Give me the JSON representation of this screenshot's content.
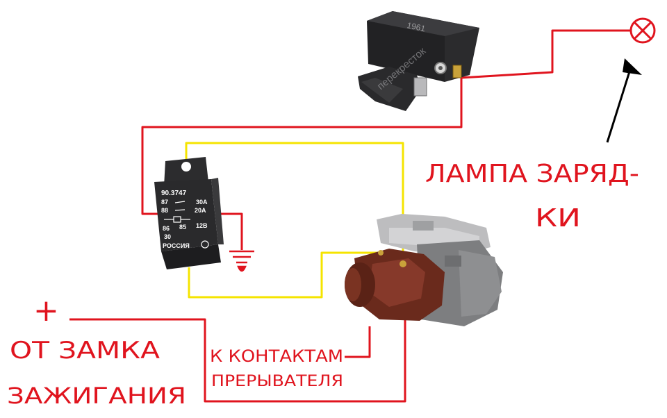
{
  "labels": {
    "lamp_line1": "ЛАМПА ЗАРЯД-",
    "lamp_line2": "КИ",
    "ignition_plus": "+",
    "ignition_line1": "ОТ ЗАМКА",
    "ignition_line2": "ЗАЖИГАНИЯ",
    "contacts_line1": "К КОНТАКТАМ",
    "contacts_line2": "ПРЕРЫВАТЕЛЯ"
  },
  "relay": {
    "model": "90.3747",
    "pin_87": "87",
    "pin_88": "88",
    "pin_86": "86",
    "pin_85": "85",
    "pin_30": "30",
    "rating_30a": "30А",
    "rating_20a": "20А",
    "voltage": "12В",
    "country": "РОССИЯ"
  },
  "regulator": {
    "marking": "1961",
    "watermark": "перекресток"
  },
  "colors": {
    "wire_red": "#e0141e",
    "wire_yellow": "#f5e400",
    "relay_body": "#2a2a2c",
    "regulator_body": "#2b2b2d",
    "distributor_cap": "#6a2a1c",
    "distributor_body": "#7d7e80"
  }
}
